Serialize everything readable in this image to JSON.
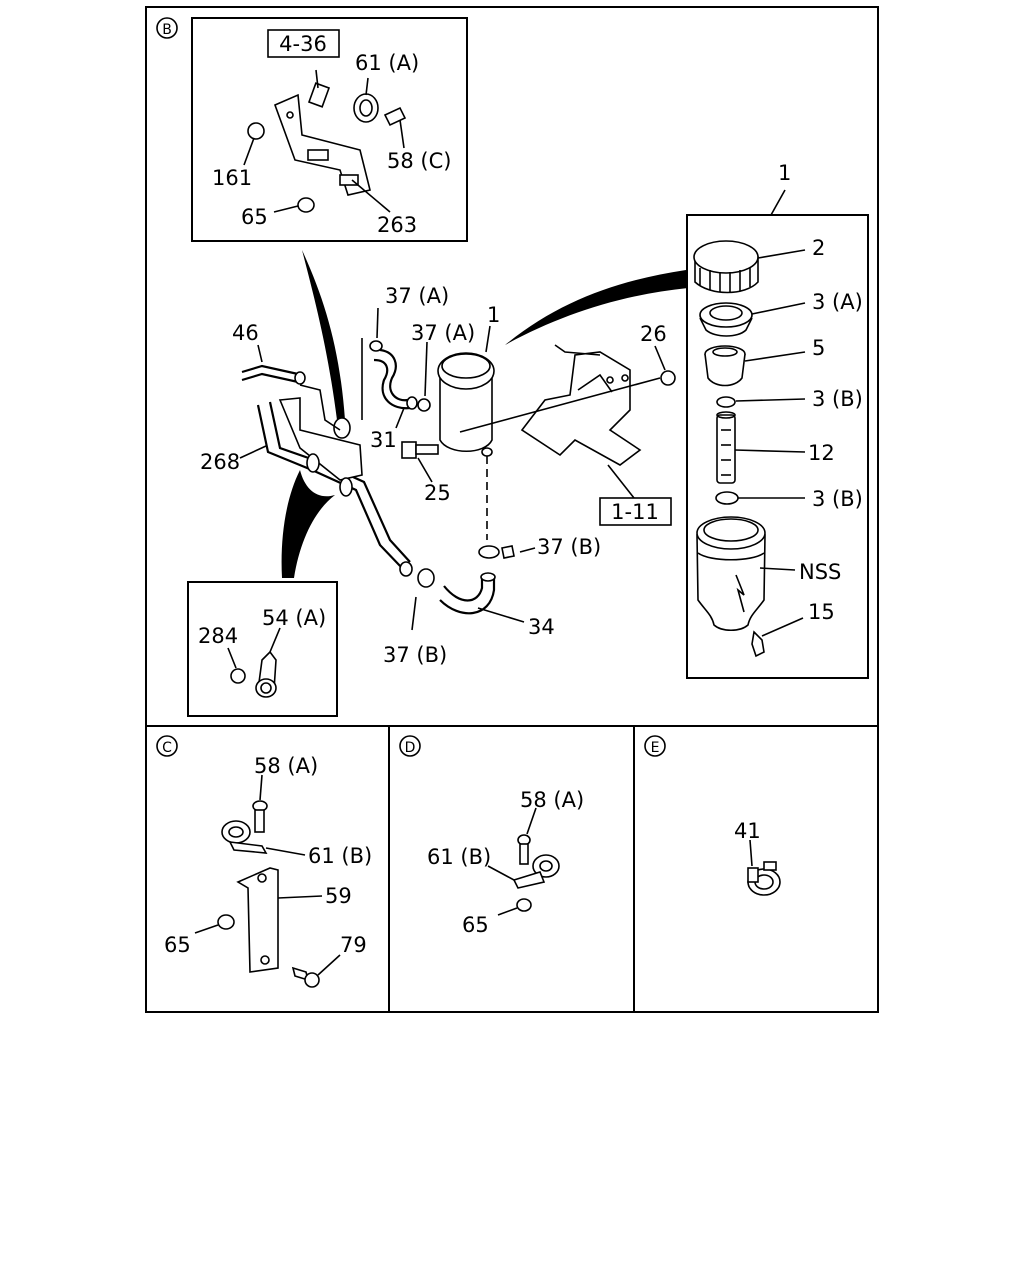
{
  "sections": {
    "B": "B",
    "C": "C",
    "D": "D",
    "E": "E"
  },
  "labels": {
    "ref_4_36": "4-36",
    "ref_1_11": "1-11",
    "p61A_top": "61 (A)",
    "p58C": "58 (C)",
    "p161": "161",
    "p65_top": "65",
    "p263": "263",
    "p1_assembly": "1",
    "p1_tank": "1",
    "p2": "2",
    "p3A": "3 (A)",
    "p5": "5",
    "p3B_upper": "3 (B)",
    "p12": "12",
    "p3B_lower": "3 (B)",
    "pNSS": "NSS",
    "p15": "15",
    "p37A_left": "37 (A)",
    "p37A_right": "37 (A)",
    "p46": "46",
    "p26": "26",
    "p31": "31",
    "p268": "268",
    "p25": "25",
    "p37B_right": "37 (B)",
    "p37B_bottom": "37 (B)",
    "p34": "34",
    "p284": "284",
    "p54A": "54 (A)",
    "p58A_C": "58 (A)",
    "p61B_C": "61 (B)",
    "p59": "59",
    "p65_C": "65",
    "p79": "79",
    "p58A_D": "58 (A)",
    "p61B_D": "61 (B)",
    "p65_D": "65",
    "p41": "41"
  }
}
